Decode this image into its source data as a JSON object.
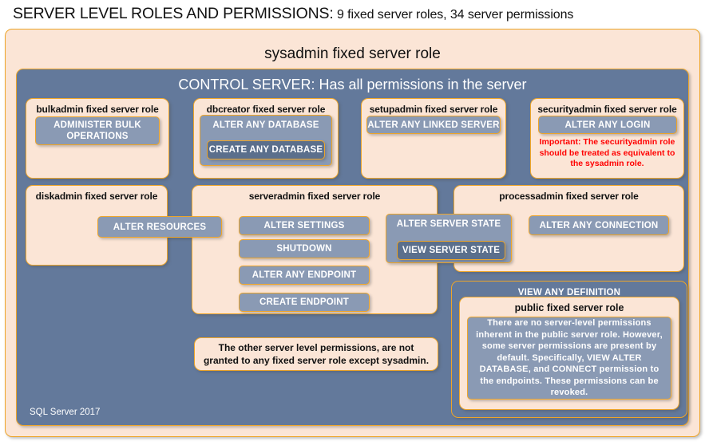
{
  "heading": {
    "main": "SERVER LEVEL ROLES AND PERMISSIONS:",
    "sub": "9 fixed server roles, 34 server permissions"
  },
  "sysadmin": {
    "title": "sysadmin  fixed  server  role"
  },
  "control_server": {
    "title": "CONTROL SERVER: Has all permissions in the server"
  },
  "roles": {
    "bulkadmin": {
      "title": "bulkadmin  fixed server role",
      "permission": "ADMINISTER  BULK OPERATIONS"
    },
    "dbcreator": {
      "title": "dbcreator fixed server role",
      "permission": "ALTER ANY DATABASE",
      "nested_permission": "CREATE  ANY DATABASE"
    },
    "setupadmin": {
      "title": "setupadmin fixed server role",
      "permission": "ALTER ANY LINKED SERVER"
    },
    "securityadmin": {
      "title": "securityadmin  fixed server role",
      "permission": "ALTER ANY LOGIN",
      "warning": "Important:  The securityadmin role should  be treated  as equivalent to the  sysadmin role."
    },
    "diskadmin": {
      "title": "diskadmin  fixed server role",
      "permission": "ALTER RESOURCES"
    },
    "serveradmin": {
      "title": "serveradmin fixed server role",
      "permissions": [
        "ALTER SETTINGS",
        "SHUTDOWN",
        "ALTER ANY ENDPOINT",
        "CREATE  ENDPOINT"
      ],
      "shared_permission": "ALTER SERVER  STATE",
      "shared_nested_permission": "VIEW SERVER  STATE"
    },
    "processadmin": {
      "title": "processadmin fixed server role",
      "permission": "ALTER ANY CONNECTION"
    },
    "public": {
      "view_any_definition": "VIEW ANY DEFINITION",
      "title": "public  fixed server role",
      "body": "There are no server-level permissions inherent in the public server role. However, some server permissions are present by default. Specifically, VIEW ALTER DATABASE, and CONNECT permission to the endpoints. These permissions can be revoked."
    }
  },
  "other_permissions_note": "The other server level permissions,  are not granted to any fixed server role except sysadmin.",
  "footer": {
    "label": "SQL Server 2017"
  },
  "colors": {
    "cream": "#FBE5D6",
    "slate": "#63799B",
    "permission": "#8A9AB4",
    "permission_dark": "#5B6F8C",
    "border_gold": "#EDA52A",
    "warning_red": "#FF0000"
  }
}
